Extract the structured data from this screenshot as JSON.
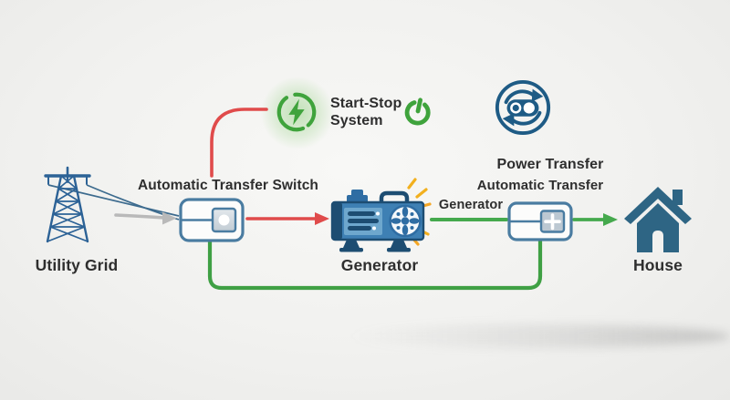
{
  "diagram": {
    "type": "flow-diagram",
    "subject": "Automatic transfer switch backup power system",
    "nodes": {
      "utility_grid": {
        "label": "Utility Grid",
        "icon": "transmission-tower-icon"
      },
      "ats": {
        "label": "Automatic Transfer Switch",
        "icon": "transfer-switch-box-icon"
      },
      "start_stop": {
        "label_line1": "Start-Stop",
        "label_line2": "System",
        "icons": [
          "lightning-circle-icon",
          "power-button-icon"
        ]
      },
      "power_transfer": {
        "label": "Power Transfer",
        "icon": "rotating-toggle-icon"
      },
      "automatic_transfer": {
        "label": "Automatic Transfer",
        "icon": "transfer-switch-plus-box-icon"
      },
      "generator": {
        "label": "Generator",
        "icon": "portable-generator-icon"
      },
      "house": {
        "label": "House",
        "icon": "house-icon"
      }
    },
    "edge_labels": {
      "generator_feed": "Generator"
    },
    "edges": [
      {
        "from": "utility-grid",
        "to": "automatic-transfer-switch",
        "color": "#b9b9b9",
        "style": "arrow"
      },
      {
        "from": "automatic-transfer-switch",
        "to": "start-stop-system",
        "color": "#e04b4b",
        "style": "line"
      },
      {
        "from": "automatic-transfer-switch",
        "to": "generator",
        "color": "#e04b4b",
        "style": "arrow"
      },
      {
        "from": "generator",
        "to": "automatic-transfer",
        "color": "#45a94d",
        "style": "line",
        "label": "Generator"
      },
      {
        "from": "automatic-transfer",
        "to": "house",
        "color": "#45a94d",
        "style": "arrow"
      },
      {
        "from": "automatic-transfer-switch",
        "to": "automatic-transfer",
        "color": "#3fa044",
        "style": "line"
      }
    ],
    "colors": {
      "red_line": "#e04b4b",
      "green_line": "#45a94d",
      "green_loop": "#3fa044",
      "gray_arrow": "#b9b9b9",
      "blue_dark": "#1d4d72",
      "blue_mid": "#3e80b4",
      "blue_icon": "#2c6296",
      "teal_house": "#2e6584",
      "power_transfer_blue": "#1e5b85",
      "green_icon": "#3fa33c",
      "spark_yellow": "#f2b01e",
      "text": "#2e2e2e",
      "background": "#f0f0ee"
    }
  }
}
